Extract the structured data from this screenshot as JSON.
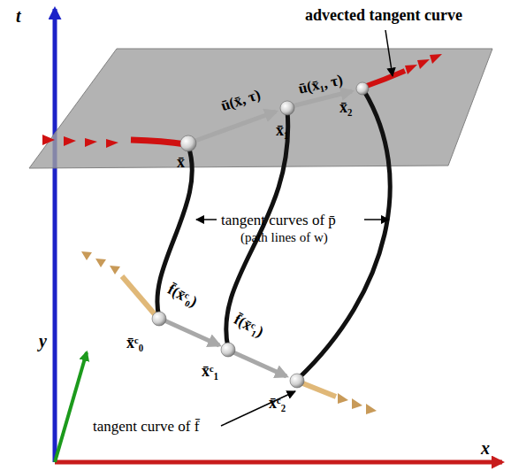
{
  "diagram": {
    "labels": [
      "advected tangent curve",
      "ū(x̄, τ)",
      "ū(x̄₁, τ)",
      "x̄",
      "x̄₁",
      "x̄₂",
      "tangent curves of p̄",
      "(path lines of w)",
      "f̄(x̄ᶜ₀)",
      "f̄(x̄ᶜ₁)",
      "x̄ᶜ₀",
      "x̄ᶜ₁",
      "x̄ᶜ₂",
      "tangent curve of f̄",
      "t",
      "y",
      "x"
    ]
  }
}
